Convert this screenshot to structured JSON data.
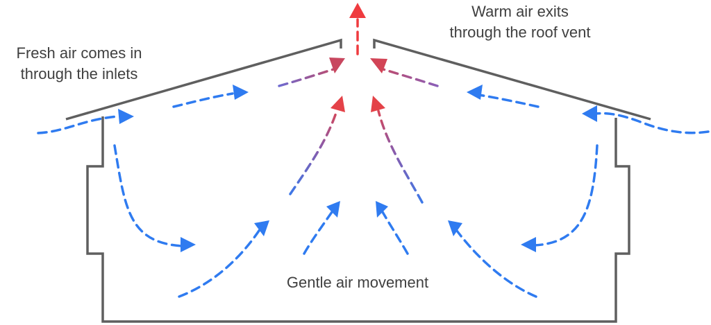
{
  "labels": {
    "inlet_line1": "Fresh air comes in",
    "inlet_line2": "through the inlets",
    "vent_line1": "Warm air exits",
    "vent_line2": "through the roof vent",
    "center": "Gentle air movement"
  },
  "colors": {
    "building": "#5f5f5f",
    "cool_air": "#2f7bf0",
    "warm_air": "#ef3b3f",
    "text": "#3f3f3f"
  }
}
